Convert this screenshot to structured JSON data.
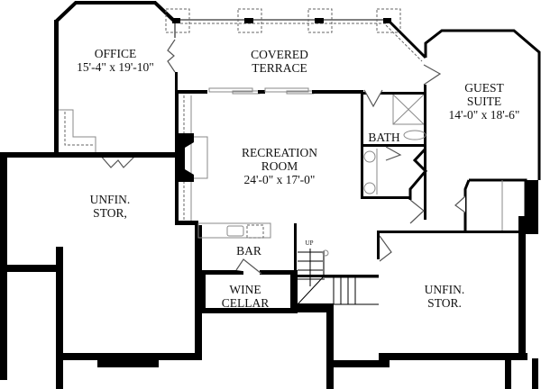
{
  "plan": {
    "rooms": [
      {
        "id": "office",
        "name": "OFFICE",
        "dims": "15'-4\" x 19'-10\""
      },
      {
        "id": "covered-terrace",
        "name": "COVERED",
        "name2": "TERRACE"
      },
      {
        "id": "guest-suite",
        "name": "GUEST",
        "name2": "SUITE",
        "dims": "14'-0\" x 18'-6\""
      },
      {
        "id": "recreation-room",
        "name": "RECREATION",
        "name2": "ROOM",
        "dims": "24'-0\" x 17'-0\""
      },
      {
        "id": "bath",
        "name": "BATH"
      },
      {
        "id": "unfin-stor-left",
        "name": "UNFIN.",
        "name2": "STOR,"
      },
      {
        "id": "bar",
        "name": "BAR"
      },
      {
        "id": "wine-cellar",
        "name": "WINE",
        "name2": "CELLAR"
      },
      {
        "id": "unfin-stor-right",
        "name": "UNFIN.",
        "name2": "STOR."
      }
    ],
    "stair_label": "UP"
  }
}
